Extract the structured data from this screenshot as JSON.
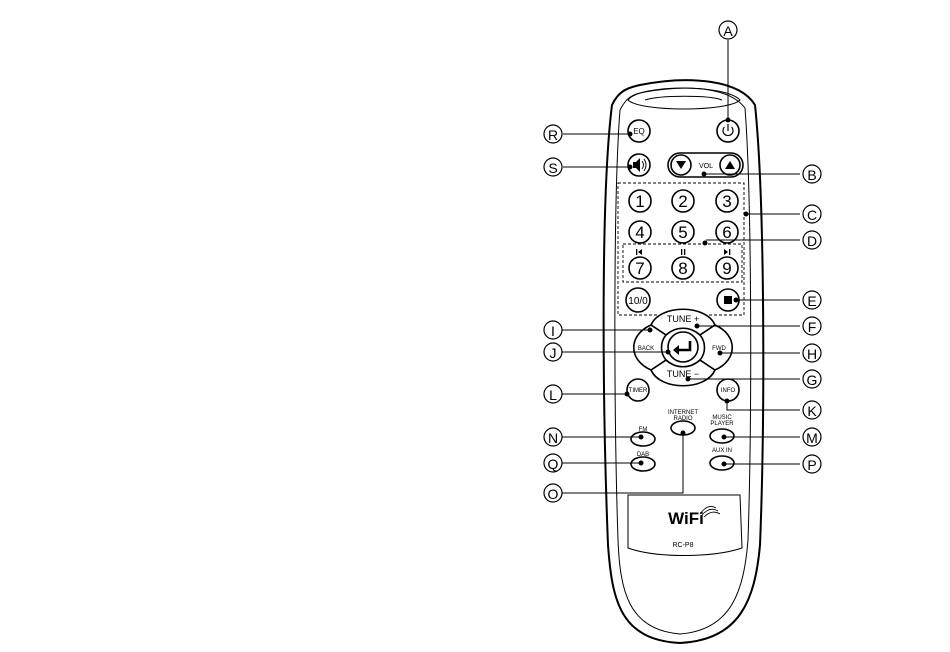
{
  "remote": {
    "model": "RC-P8",
    "brand": "WiFi",
    "labels": {
      "eq": "EQ",
      "vol": "VOL",
      "tune_plus": "TUNE +",
      "tune_minus": "TUNE −",
      "back": "BACK",
      "fwd": "FWD",
      "timer": "TIMER",
      "info": "INFO",
      "fm": "FM",
      "dab": "DAB",
      "internet_radio_1": "INTERNET",
      "internet_radio_2": "RADIO",
      "music_player_1": "MUSIC",
      "music_player_2": "PLAYER",
      "aux_in": "AUX IN",
      "ten_key": "10/0"
    },
    "digits": [
      "1",
      "2",
      "3",
      "4",
      "5",
      "6",
      "7",
      "8",
      "9"
    ]
  },
  "callouts": [
    "A",
    "B",
    "C",
    "D",
    "E",
    "F",
    "G",
    "H",
    "I",
    "J",
    "K",
    "L",
    "M",
    "N",
    "O",
    "P",
    "Q",
    "R",
    "S"
  ]
}
